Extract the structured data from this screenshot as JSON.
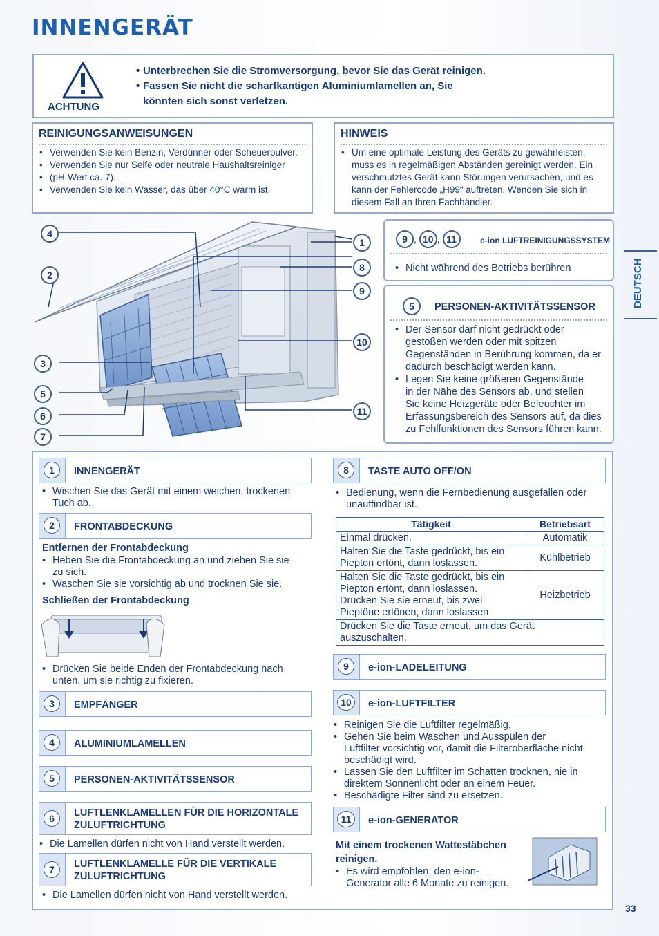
{
  "page": {
    "title": "INNENGERÄT",
    "side_tab": "DEUTSCH",
    "page_number": "33"
  },
  "warning": {
    "label": "ACHTUNG",
    "lines": [
      "Unterbrechen Sie die Stromversorgung, bevor Sie das Gerät reinigen.",
      "Fassen Sie nicht die scharfkantigen Aluminiumlamellen an, Sie",
      "könnten sich sonst verletzen."
    ]
  },
  "cleaning": {
    "title": "REINIGUNGSANWEISUNGEN",
    "items": [
      "Verwenden Sie kein Benzin, Verdünner oder Scheuerpulver.",
      "Verwenden Sie nur Seife oder neutrale Haushaltsreiniger",
      "(pH-Wert ca. 7).",
      "Verwenden Sie kein Wasser, das über 40°C warm ist."
    ]
  },
  "note": {
    "title": "HINWEIS",
    "lines": [
      "Um eine optimale Leistung des Geräts zu gewährleisten,",
      "muss es in regelmäßigen Abständen gereinigt werden. Ein",
      "verschmutztes Gerät kann Störungen verursachen, und es",
      "kann der Fehlercode „H99“ auftreten. Wenden Sie sich in",
      "diesem Fall an Ihren Fachhändler."
    ]
  },
  "diagram": {
    "labels_left": [
      "4",
      "2",
      "3",
      "5",
      "6",
      "7"
    ],
    "labels_right": [
      "1",
      "8",
      "9",
      "10",
      "11"
    ]
  },
  "eion_box": {
    "nums": [
      "9",
      "10",
      "11"
    ],
    "sep": ",",
    "title": "e-ion LUFTREINIGUNGSSYSTEM",
    "item": "Nicht während des Betriebs berühren"
  },
  "sensor_box": {
    "num": "5",
    "title": "PERSONEN-AKTIVITÄTSSENSOR",
    "lines": [
      "Der Sensor darf nicht gedrückt oder",
      "gestoßen werden oder mit spitzen",
      "Gegenständen in Berührung kommen, da er",
      "dadurch beschädigt werden kann.",
      "Legen Sie keine größeren Gegenstände",
      "in der Nähe des Sensors ab, und stellen",
      "Sie keine Heizgeräte oder Befeuchter im",
      "Erfassungsbereich des Sensors auf, da dies",
      "zu Fehlfunktionen des Sensors führen kann."
    ]
  },
  "parts": {
    "p1": {
      "num": "1",
      "title": "INNENGERÄT",
      "text": [
        "Wischen Sie das Gerät mit einem weichen, trockenen",
        "Tuch ab."
      ]
    },
    "p2": {
      "num": "2",
      "title": "FRONTABDECKUNG",
      "remove_title": "Entfernen der Frontabdeckung",
      "remove_items": [
        "Heben Sie die Frontabdeckung an und ziehen Sie sie",
        "zu sich.",
        "Waschen Sie sie vorsichtig ab und trocknen Sie sie."
      ],
      "close_title": "Schließen der Frontabdeckung",
      "close_items": [
        "Drücken Sie beide Enden der Frontabdeckung nach",
        "unten, um sie richtig zu fixieren."
      ]
    },
    "p3": {
      "num": "3",
      "title": "EMPFÄNGER"
    },
    "p4": {
      "num": "4",
      "title": "ALUMINIUMLAMELLEN"
    },
    "p5": {
      "num": "5",
      "title": "PERSONEN-AKTIVITÄTSSENSOR"
    },
    "p6": {
      "num": "6",
      "title1": "LUFTLENKLAMELLEN FÜR DIE HORIZONTALE",
      "title2": "ZULUFTRICHTUNG",
      "text": "Die Lamellen dürfen nicht von Hand verstellt werden."
    },
    "p7": {
      "num": "7",
      "title1": "LUFTLENKLAMELLE FÜR DIE VERTIKALE",
      "title2": "ZULUFTRICHTUNG",
      "text": "Die Lamellen dürfen nicht von Hand verstellt werden."
    },
    "p8": {
      "num": "8",
      "title": "TASTE AUTO OFF/ON",
      "text": [
        "Bedienung, wenn die Fernbedienung ausgefallen oder",
        "unauffindbar ist."
      ],
      "table": {
        "headers": [
          "Tätigkeit",
          "Betriebsart"
        ],
        "rows": [
          {
            "action": [
              "Einmal drücken."
            ],
            "mode": "Automatik"
          },
          {
            "action": [
              "Halten Sie die Taste gedrückt, bis ein",
              "Piepton ertönt, dann loslassen."
            ],
            "mode": "Kühlbetrieb"
          },
          {
            "action": [
              "Halten Sie die Taste gedrückt, bis ein",
              "Piepton ertönt, dann loslassen.",
              "Drücken Sie sie erneut, bis zwei",
              "Pieptöne ertönen, dann loslassen."
            ],
            "mode": "Heizbetrieb"
          },
          {
            "action": [
              "Drücken Sie die Taste erneut, um das Gerät",
              "auszuschalten."
            ],
            "mode": ""
          }
        ]
      }
    },
    "p9": {
      "num": "9",
      "title": "e-ion-LADELEITUNG"
    },
    "p10": {
      "num": "10",
      "title": "e-ion-LUFTFILTER",
      "items": [
        "Reinigen Sie die Luftfilter regelmäßig.",
        "Gehen Sie beim Waschen und Ausspülen der",
        "Luftfilter vorsichtig vor, damit die Filteroberfläche nicht",
        "beschädigt wird.",
        "Lassen Sie den Luftfilter im Schatten trocknen, nie in",
        "direktem Sonnenlicht oder an einem Feuer.",
        "Beschädigte Filter sind zu ersetzen."
      ]
    },
    "p11": {
      "num": "11",
      "title": "e-ion-GENERATOR",
      "sub": [
        "Mit einem trockenen Wattestäbchen",
        "reinigen."
      ],
      "items": [
        "Es wird empfohlen, den e-ion-",
        "Generator alle 6 Monate zu reinigen."
      ]
    }
  },
  "colors": {
    "accent": "#1f5fb0",
    "border": "#8fa9d3",
    "text": "#1a3c7a",
    "badge_bg": "#dbe5f3"
  }
}
